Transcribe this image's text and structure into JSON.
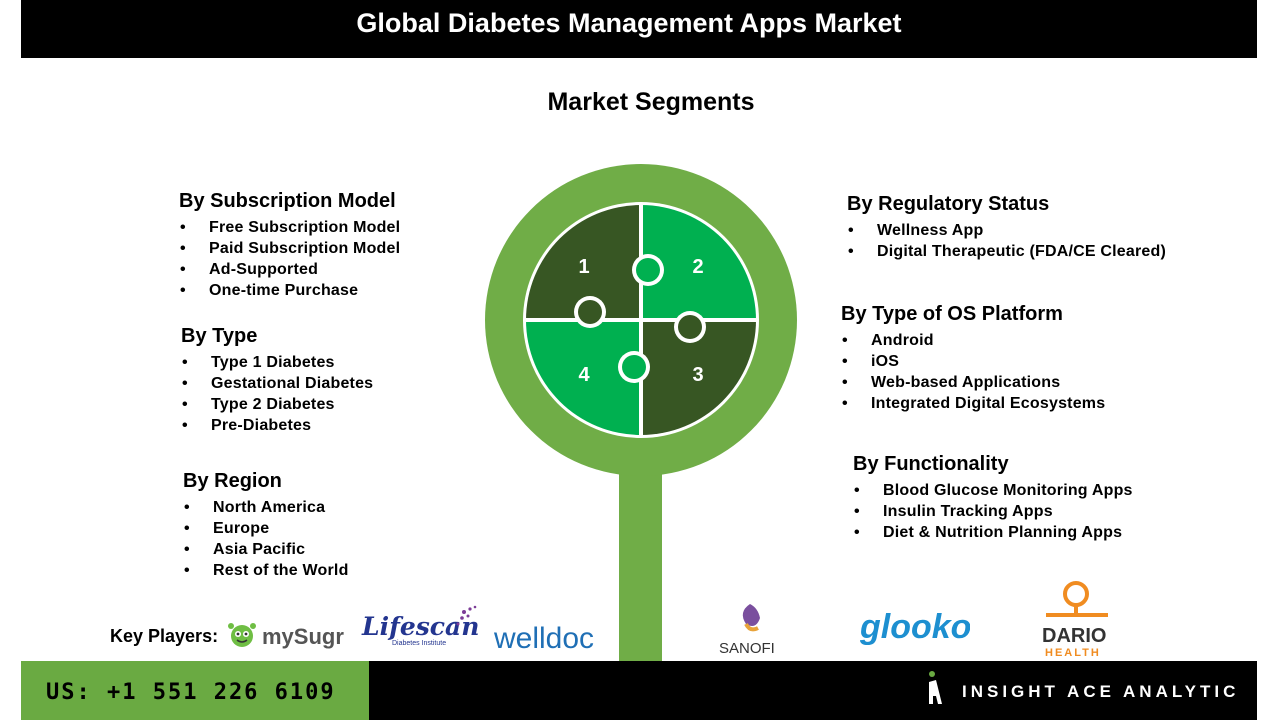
{
  "header": {
    "title": "Global Diabetes Management Apps Market"
  },
  "subtitle": "Market Segments",
  "puzzle": {
    "pieces": [
      "1",
      "2",
      "3",
      "4"
    ],
    "colors": {
      "dark": "#375623",
      "bright": "#00b050",
      "ring": "#70ad47"
    }
  },
  "segments": {
    "subscription": {
      "title": "By Subscription Model",
      "items": [
        "Free Subscription Model",
        "Paid Subscription Model",
        "Ad-Supported",
        "One-time Purchase"
      ]
    },
    "type": {
      "title": "By Type",
      "items": [
        "Type 1 Diabetes",
        "Gestational Diabetes",
        "Type 2 Diabetes",
        "Pre-Diabetes"
      ]
    },
    "region": {
      "title": "By Region",
      "items": [
        "North America",
        "Europe",
        "Asia Pacific",
        "Rest of the World"
      ]
    },
    "regulatory": {
      "title": "By Regulatory Status",
      "items": [
        "Wellness App",
        "Digital Therapeutic (FDA/CE Cleared)"
      ]
    },
    "os": {
      "title": "By Type of OS Platform",
      "items": [
        "Android",
        "iOS",
        "Web-based Applications",
        "Integrated Digital Ecosystems"
      ]
    },
    "functionality": {
      "title": "By Functionality",
      "items": [
        "Blood Glucose Monitoring Apps",
        "Insulin Tracking Apps",
        "Diet & Nutrition Planning Apps"
      ]
    }
  },
  "key_players": {
    "label": "Key Players:",
    "logos": {
      "mysugr": "mySugr",
      "lifescan": "Lifescan",
      "lifescan_sub": "Diabetes Institute",
      "welldoc": "welldoc",
      "sanofi": "SANOFI",
      "glooko": "glooko",
      "dario": "DARIO",
      "dario_sub": "HEALTH"
    }
  },
  "footer": {
    "phone": "US: +1 551 226 6109",
    "brand": "INSIGHT ACE ANALYTIC"
  }
}
